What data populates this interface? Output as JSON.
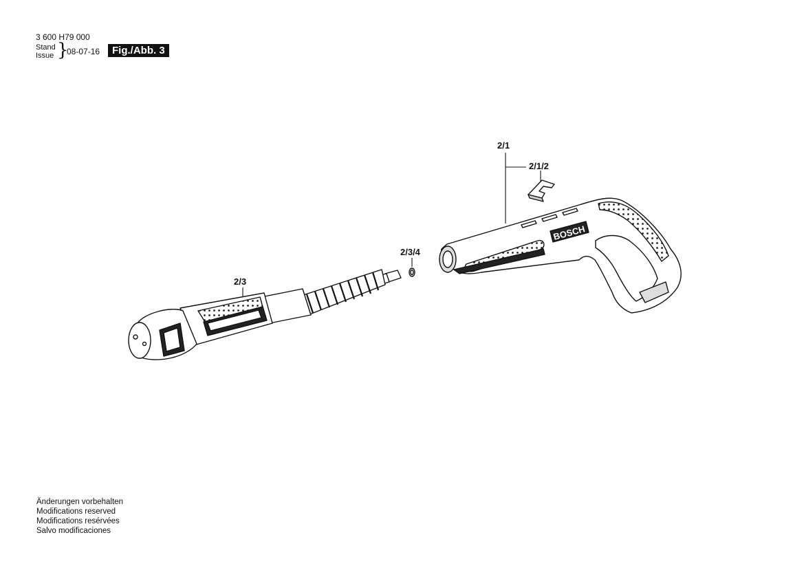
{
  "header": {
    "doc_number": "3 600 H79 000",
    "stand": "Stand",
    "issue": "Issue",
    "date": "08-07-16",
    "figure": "Fig./Abb. 3"
  },
  "parts": {
    "p1": "2/1",
    "p2": "2/1/2",
    "p3": "2/3/4",
    "p4": "2/3"
  },
  "brand": "BOSCH",
  "footer": {
    "line1": "Änderungen vorbehalten",
    "line2": "Modifications reserved",
    "line3": "Modifications resérvées",
    "line4": "Salvo modificaciones"
  }
}
